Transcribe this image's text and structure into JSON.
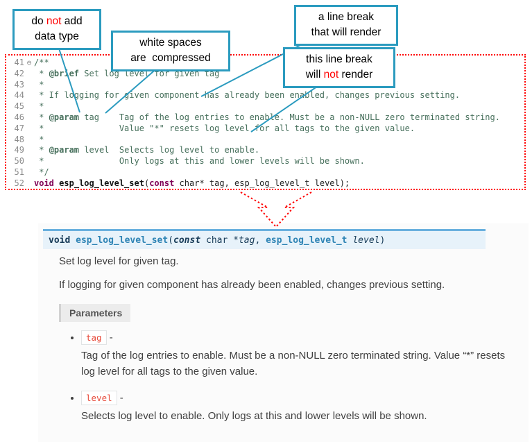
{
  "colors": {
    "accent": "#2b9bbf",
    "warn": "#ff0000",
    "sig_bg": "#e7f2fa",
    "sig_border": "#6ab0de",
    "chip": "#e74c3c",
    "comment": "#47705c",
    "keyword": "#7f0055",
    "line_number": "#8c8c8c",
    "doc_text": "#404040"
  },
  "callouts": [
    {
      "lines": [
        [
          {
            "text": "do "
          },
          {
            "text": "not",
            "style": "red"
          },
          {
            "text": " add"
          }
        ],
        [
          {
            "text": "data type"
          }
        ]
      ]
    },
    {
      "lines": [
        [
          {
            "text": "white spaces"
          }
        ],
        [
          {
            "text": "are  compressed"
          }
        ]
      ]
    },
    {
      "lines": [
        [
          {
            "text": "a line break"
          }
        ],
        [
          {
            "text": "that will render"
          }
        ]
      ]
    },
    {
      "lines": [
        [
          {
            "text": "this line break"
          }
        ],
        [
          {
            "text": "will "
          },
          {
            "text": "not",
            "style": "red"
          },
          {
            "text": " render"
          }
        ]
      ]
    }
  ],
  "editor": {
    "fold_glyph": "⊖",
    "lines": [
      {
        "num": "41",
        "fold": true,
        "segments": [
          {
            "text": "/**",
            "style": "c"
          }
        ]
      },
      {
        "num": "42",
        "segments": [
          {
            "text": " * ",
            "style": "c"
          },
          {
            "text": "@brief",
            "style": "t"
          },
          {
            "text": " Set log level for given tag",
            "style": "c"
          }
        ]
      },
      {
        "num": "43",
        "segments": [
          {
            "text": " *",
            "style": "c"
          }
        ]
      },
      {
        "num": "44",
        "segments": [
          {
            "text": " * If logging for given component has already been enabled, changes previous setting.",
            "style": "c"
          }
        ]
      },
      {
        "num": "45",
        "segments": [
          {
            "text": " *",
            "style": "c"
          }
        ]
      },
      {
        "num": "46",
        "segments": [
          {
            "text": " * ",
            "style": "c"
          },
          {
            "text": "@param",
            "style": "t"
          },
          {
            "text": " tag    Tag of the log entries to enable. Must be a non-NULL zero terminated string.",
            "style": "c"
          }
        ]
      },
      {
        "num": "47",
        "segments": [
          {
            "text": " *               Value \"*\" resets log level for all tags to the given value.",
            "style": "c"
          }
        ]
      },
      {
        "num": "48",
        "segments": [
          {
            "text": " *",
            "style": "c"
          }
        ]
      },
      {
        "num": "49",
        "segments": [
          {
            "text": " * ",
            "style": "c"
          },
          {
            "text": "@param",
            "style": "t"
          },
          {
            "text": " level  Selects log level to enable.",
            "style": "c"
          }
        ]
      },
      {
        "num": "50",
        "segments": [
          {
            "text": " *               Only logs at this and lower levels will be shown.",
            "style": "c"
          }
        ]
      },
      {
        "num": "51",
        "segments": [
          {
            "text": " */",
            "style": "c"
          }
        ]
      },
      {
        "num": "52",
        "segments": [
          {
            "text": "void",
            "style": "k"
          },
          {
            "text": " ",
            "style": "p"
          },
          {
            "text": "esp_log_level_set",
            "style": "f"
          },
          {
            "text": "(",
            "style": "p"
          },
          {
            "text": "const",
            "style": "k"
          },
          {
            "text": " char* tag, esp_log_level_t level);",
            "style": "p"
          }
        ]
      }
    ]
  },
  "docs": {
    "signature": [
      {
        "text": "void ",
        "style": "kw"
      },
      {
        "text": "esp_log_level_set",
        "style": "name"
      },
      {
        "text": "(",
        "style": "plain"
      },
      {
        "text": "const",
        "style": "kwi"
      },
      {
        "text": " char *",
        "style": "plain"
      },
      {
        "text": "tag",
        "style": "parm"
      },
      {
        "text": ", ",
        "style": "plain"
      },
      {
        "text": "esp_log_level_t",
        "style": "type"
      },
      {
        "text": " ",
        "style": "plain"
      },
      {
        "text": "level",
        "style": "parm"
      },
      {
        "text": ")",
        "style": "plain"
      }
    ],
    "brief": "Set log level for given tag.",
    "detail": "If logging for given component has already been enabled, changes previous setting.",
    "params_label": "Parameters",
    "dash": "-",
    "params": [
      {
        "name": "tag",
        "desc": "Tag of the log entries to enable. Must be a non-NULL zero terminated string. Value “*” resets log level for all tags to the given value."
      },
      {
        "name": "level",
        "desc": "Selects log level to enable. Only logs at this and lower levels will be shown."
      }
    ]
  }
}
